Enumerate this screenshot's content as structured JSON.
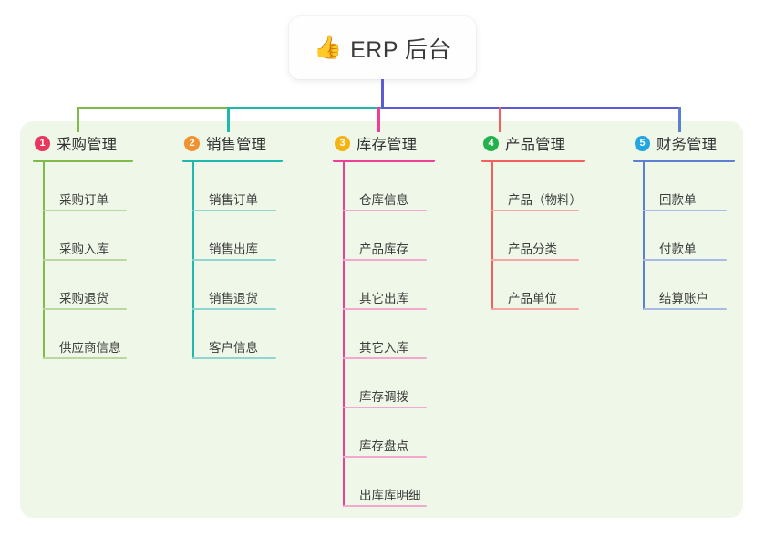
{
  "diagram": {
    "type": "mind-map",
    "background": "#ffffff",
    "panel_color": "#eef7e8",
    "root": {
      "icon": "thumbs-up-icon",
      "emoji": "👍",
      "title": "ERP 后台",
      "trunk_color": "#5b5bd6"
    },
    "branches": [
      {
        "number": "1",
        "title": "采购管理",
        "badge_color": "#e8365f",
        "line_color": "#7fba4a",
        "leaf_line_color": "#b8d9a0",
        "items": [
          "采购订单",
          "采购入库",
          "采购退货",
          "供应商信息"
        ]
      },
      {
        "number": "2",
        "title": "销售管理",
        "badge_color": "#f0922f",
        "line_color": "#1fb8ad",
        "leaf_line_color": "#8fd6d0",
        "items": [
          "销售订单",
          "销售出库",
          "销售退货",
          "客户信息"
        ]
      },
      {
        "number": "3",
        "title": "库存管理",
        "badge_color": "#f5b312",
        "line_color": "#ee3f97",
        "leaf_line_color": "#f5a8cf",
        "items": [
          "仓库信息",
          "产品库存",
          "其它出库",
          "其它入库",
          "库存调拨",
          "库存盘点",
          "出库库明细"
        ]
      },
      {
        "number": "4",
        "title": "产品管理",
        "badge_color": "#22b14c",
        "line_color": "#f4605e",
        "leaf_line_color": "#f7a6a4",
        "items": [
          "产品（物料）",
          "产品分类",
          "产品单位"
        ]
      },
      {
        "number": "5",
        "title": "财务管理",
        "badge_color": "#23a7e0",
        "line_color": "#5d7fd1",
        "leaf_line_color": "#a8bbe6",
        "items": [
          "回款单",
          "付款单",
          "结算账户"
        ]
      }
    ]
  }
}
